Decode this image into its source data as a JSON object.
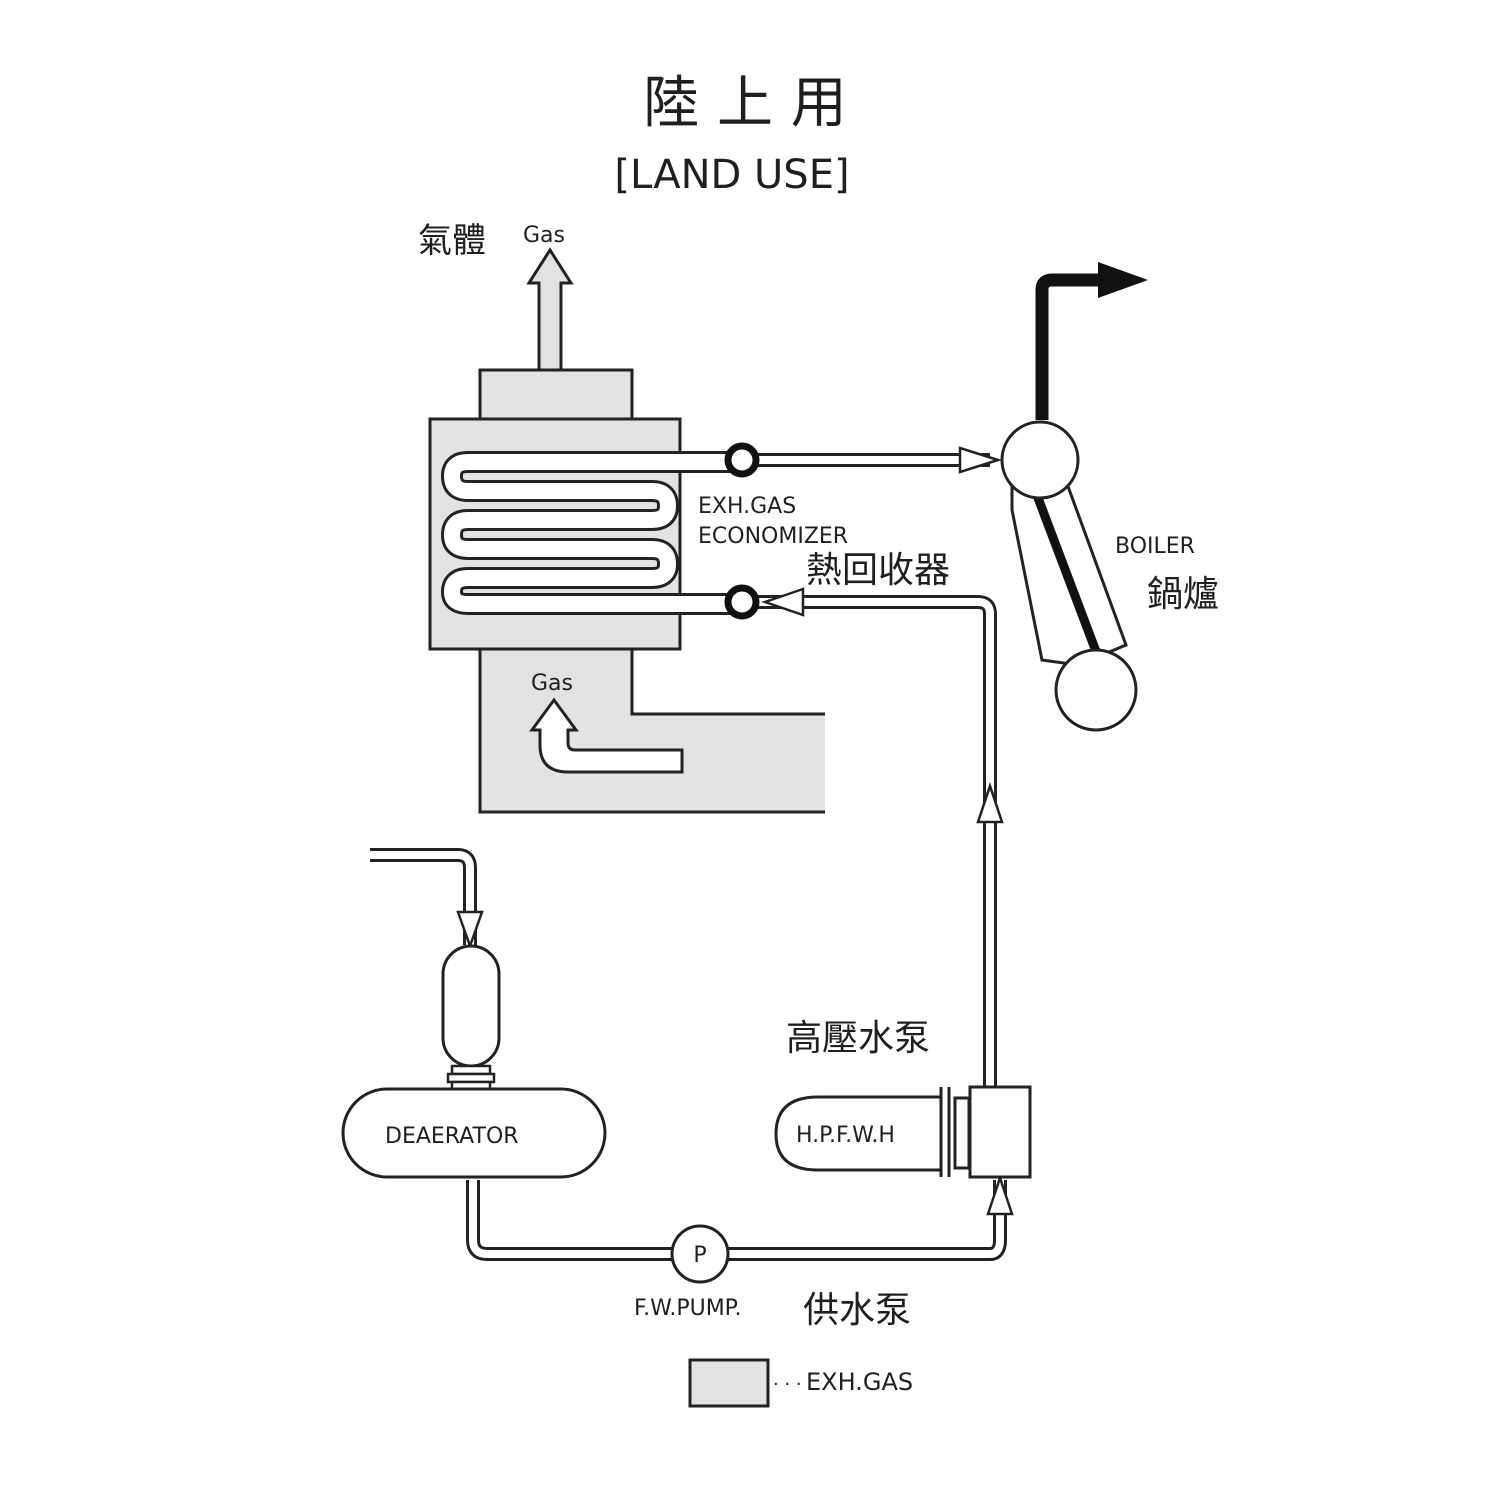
{
  "title": {
    "cjk": "陸 上 用",
    "en": "[LAND  USE]"
  },
  "labels": {
    "gas_out_cjk": "氣體",
    "gas_out_en": "Gas",
    "gas_in_en": "Gas",
    "economizer_line1": "EXH.GAS",
    "economizer_line2": "ECONOMIZER",
    "economizer_cjk": "熱回收器",
    "boiler_en": "BOILER",
    "boiler_cjk": "鍋爐",
    "hp_pump_cjk": "高壓水泵",
    "hpfwh": "H.P.F.W.H",
    "deaerator": "DEAERATOR",
    "pump_symbol": "P",
    "fw_pump_en": "F.W.PUMP.",
    "fw_pump_cjk": "供水泵"
  },
  "legend": {
    "dots": "· · ·",
    "text": "EXH.GAS"
  },
  "colors": {
    "exhaust_gas_fill": "#e2e2e2",
    "line": "#222222"
  }
}
